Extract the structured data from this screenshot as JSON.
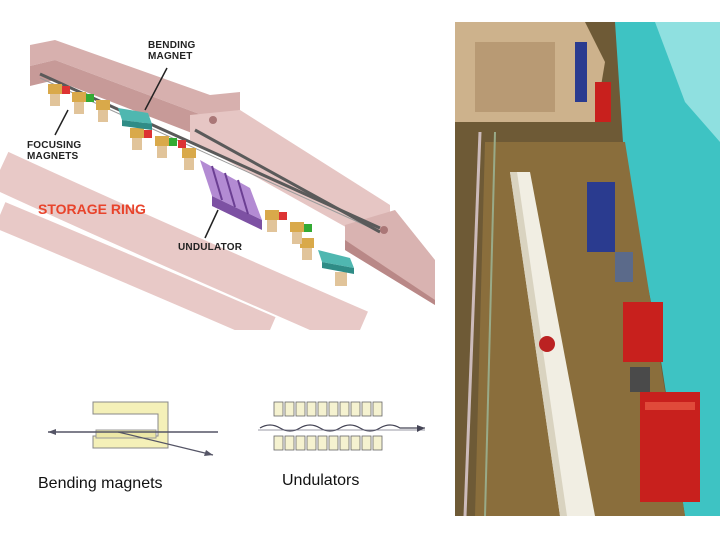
{
  "diagram": {
    "labels": {
      "bending_magnet": "BENDING\nMAGNET",
      "focusing_magnets": "FOCUSING\nMAGNETS",
      "storage_ring": "STORAGE RING",
      "undulator": "UNDULATOR"
    },
    "colors": {
      "tunnel": "#e8c9c7",
      "tunnel_shadow": "#c79a98",
      "beam_pipe": "#5a5a5a",
      "bending_magnet": "#4fb7b0",
      "focusing_magnet": "#d9a94a",
      "undulator": "#9b6ac0",
      "label_red": "#e8432b"
    }
  },
  "captions": {
    "bending": "Bending magnets",
    "undulators": "Undulators"
  },
  "photo": {
    "colors": {
      "wall": "#3ec3c3",
      "floor": "#8a6e3c",
      "pipe": "#f1eee3",
      "red_equipment": "#c8201d",
      "blue_equipment": "#2a3b8f"
    }
  }
}
